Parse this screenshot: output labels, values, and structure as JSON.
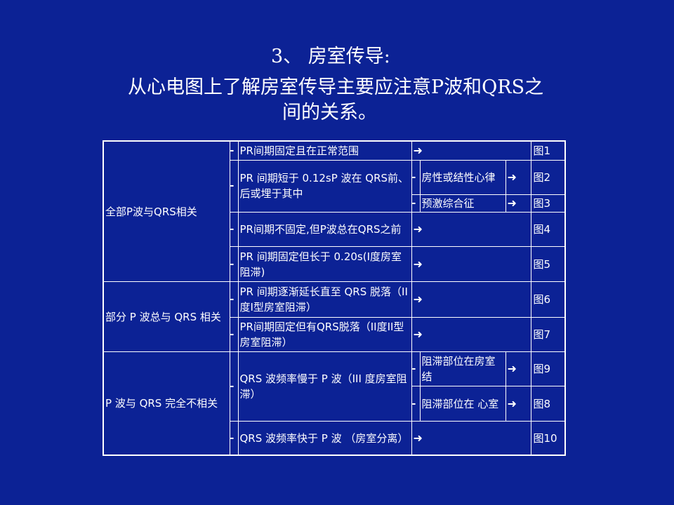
{
  "title": {
    "line1": "3、 房室传导:",
    "line2": "从心电图上了解房室传导主要应注意P波和QRS之",
    "line3": "间的关系。"
  },
  "symbols": {
    "dash": "-",
    "arrow": "➜"
  },
  "groups": {
    "all": "全部P波与QRS相关",
    "partial": "部分 P 波总与 QRS 相关",
    "none": "P 波与 QRS 完全不相关"
  },
  "conditions": {
    "c1": "PR间期固定且在正常范围",
    "c2": "PR 间期短于 0.12sP 波在 QRS前、后或埋于其中",
    "c3": "PR间期不固定,但P波总在QRS之前",
    "c4": "PR 间期固定但长于 0.20s(I度房室阻滞)",
    "c5": "PR 间期逐渐延长直至 QRS 脱落（II度I型房室阻滞）",
    "c6": "PR间期固定但有QRS脱落（II度II型 房室阻滞）",
    "c7": "QRS 波频率慢于 P 波（III 度房室阻滞）",
    "c8": "QRS 波频率快于 P 波 （房室分离）"
  },
  "subs": {
    "s1": "房性或结性心律",
    "s2": "预激综合征",
    "s3": "阻滞部位在房室结",
    "s4": "阻滞部位在 心室"
  },
  "figures": {
    "f1": "图1",
    "f2": "图2",
    "f3": "图3",
    "f4": "图4",
    "f5": "图5",
    "f6": "图6",
    "f7": "图7",
    "f9": "图9",
    "f8": "图8",
    "f10": "图10"
  }
}
